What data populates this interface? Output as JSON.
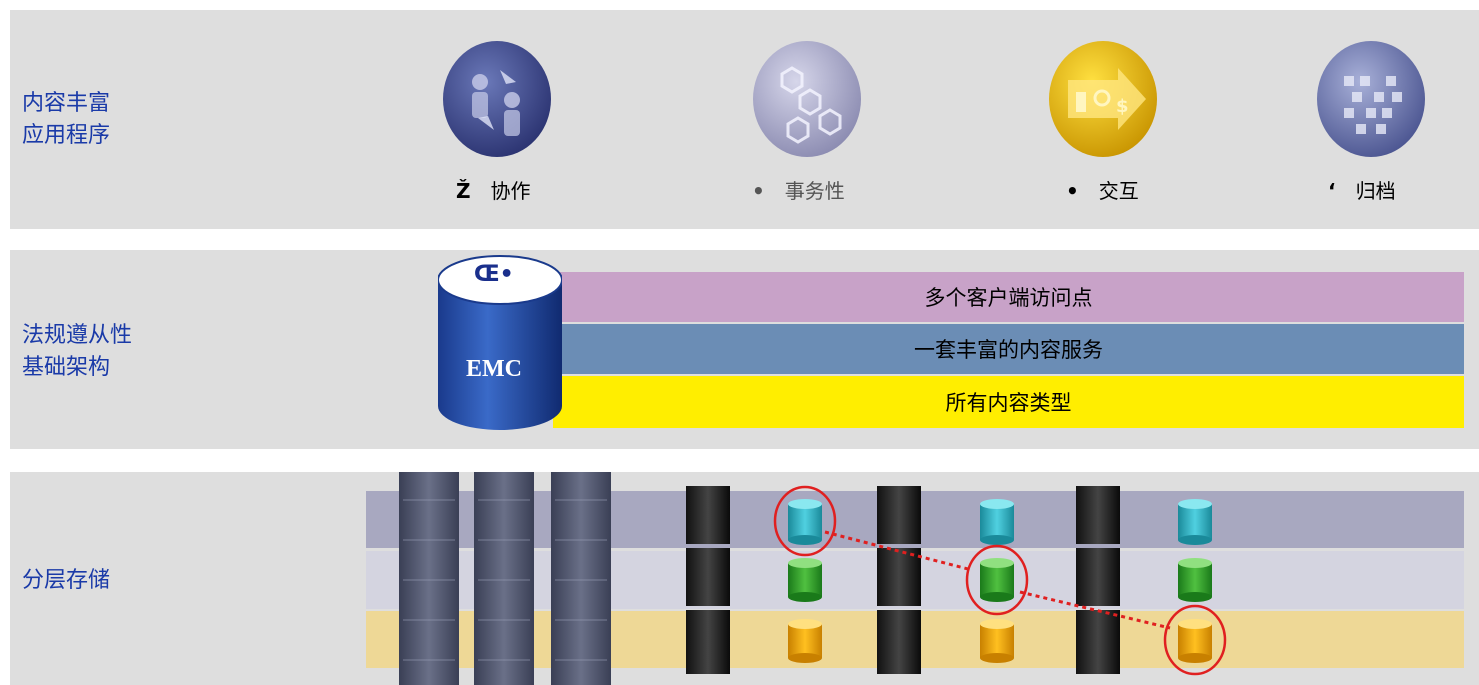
{
  "rows": [
    {
      "label_line1": "内容丰富",
      "label_line2": "应用程序"
    },
    {
      "label_line1": "法规遵从性",
      "label_line2": "基础架构"
    },
    {
      "label_line1": "分层存储"
    }
  ],
  "apps": [
    {
      "bullet": "Ž",
      "text": "协作",
      "icon": "collaboration-icon",
      "color": "#3b4a8c"
    },
    {
      "bullet": "•",
      "text": "事务性",
      "icon": "transaction-icon",
      "color": "#9a9ab8"
    },
    {
      "bullet": "•",
      "text": "交互",
      "icon": "interaction-icon",
      "color": "#e2b400"
    },
    {
      "bullet": "‘",
      "text": "归档",
      "icon": "archive-icon",
      "color": "#6e78a8"
    }
  ],
  "cylinder_label": "Œ•",
  "cylinder_logo": "EMC",
  "bands": [
    "多个客户端访问点",
    "一套丰富的内容服务",
    "所有内容类型"
  ],
  "colors": {
    "label": "#1a3aa8",
    "band1": "#c8a2c8",
    "band2": "#6b8db5",
    "band3": "#ffee00",
    "highlight": "#e02020"
  }
}
